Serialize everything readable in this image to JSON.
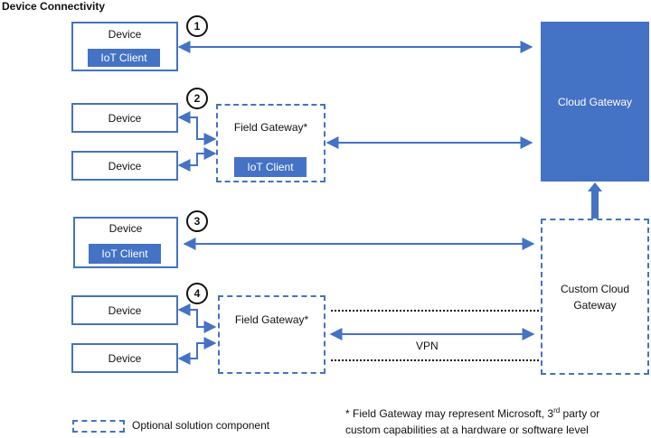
{
  "title": "Device Connectivity",
  "badges": [
    "1",
    "2",
    "3",
    "4"
  ],
  "scenario1": {
    "device": "Device",
    "client": "IoT Client"
  },
  "scenario2": {
    "device_a": "Device",
    "device_b": "Device",
    "gateway": "Field Gateway*",
    "client": "IoT Client"
  },
  "scenario3": {
    "device": "Device",
    "client": "IoT Client"
  },
  "scenario4": {
    "device_a": "Device",
    "device_b": "Device",
    "gateway": "Field Gateway*",
    "vpn": "VPN"
  },
  "cloud_gateway": "Cloud Gateway",
  "custom_cloud_gateway": {
    "line1": "Custom Cloud",
    "line2": "Gateway"
  },
  "legend": "Optional solution component",
  "footnote": {
    "prefix": "* Field Gateway may represent Microsoft, 3",
    "sup": "rd",
    "suffix": " party or",
    "line2": "custom capabilities at a hardware or software level"
  },
  "colors": {
    "accent": "#4472C4",
    "text": "#111111"
  }
}
